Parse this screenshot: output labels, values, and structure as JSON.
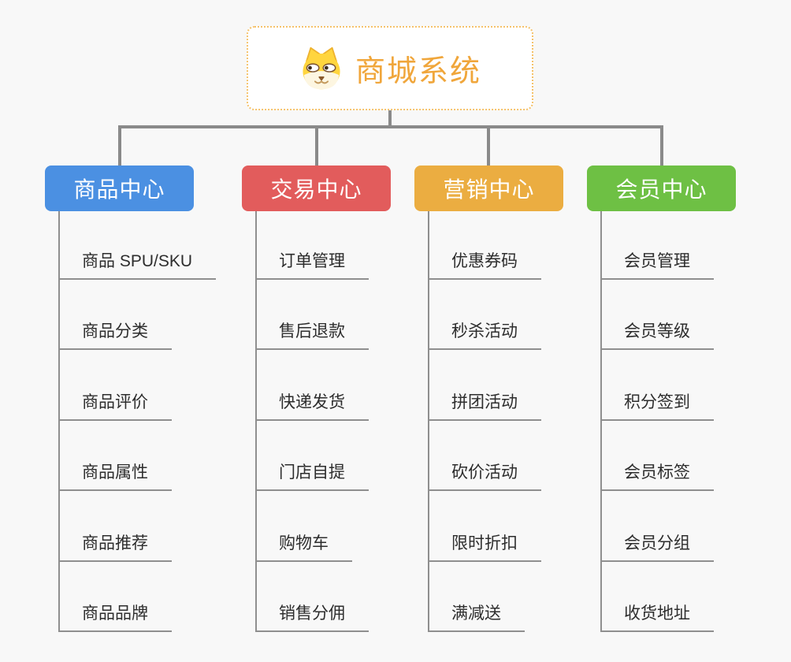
{
  "page": {
    "background_color": "#f8f8f8",
    "connector_color": "#8a8a8a",
    "underline_color": "#8f8f8f",
    "leaf_text_color": "#2d2d2d"
  },
  "root": {
    "title": "商城系统",
    "icon": "dog-face-icon",
    "text_color": "#f0a63b",
    "border_color": "#f5c26b"
  },
  "branches": [
    {
      "label": "商品中心",
      "color": "#4b90e2",
      "items": [
        "商品 SPU/SKU",
        "商品分类",
        "商品评价",
        "商品属性",
        "商品推荐",
        "商品品牌"
      ]
    },
    {
      "label": "交易中心",
      "color": "#e25c5c",
      "items": [
        "订单管理",
        "售后退款",
        "快递发货",
        "门店自提",
        "购物车",
        "销售分佣"
      ]
    },
    {
      "label": "营销中心",
      "color": "#ebad41",
      "items": [
        "优惠券码",
        "秒杀活动",
        "拼团活动",
        "砍价活动",
        "限时折扣",
        "满减送"
      ]
    },
    {
      "label": "会员中心",
      "color": "#6ec044",
      "items": [
        "会员管理",
        "会员等级",
        "积分签到",
        "会员标签",
        "会员分组",
        "收货地址"
      ]
    }
  ]
}
